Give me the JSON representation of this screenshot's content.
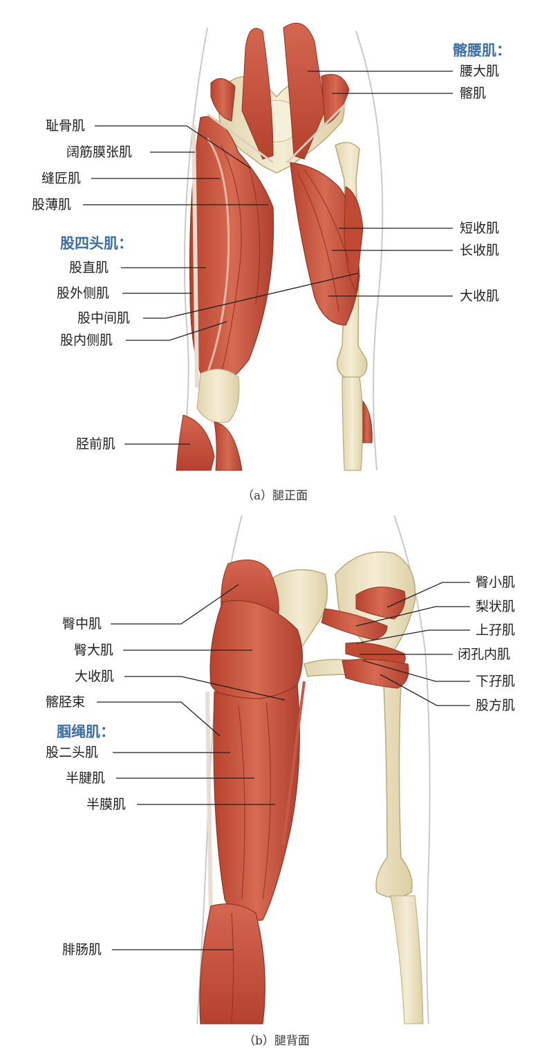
{
  "panel_a": {
    "caption": "（a）腿正面",
    "groups": {
      "iliopsoas": "髂腰肌：",
      "quadriceps": "股四头肌："
    },
    "labels": {
      "psoas_major": "腰大肌",
      "iliacus": "髂肌",
      "pectineus": "耻骨肌",
      "tensor_fasciae_latae": "阔筋膜张肌",
      "sartorius": "缝匠肌",
      "gracilis": "股薄肌",
      "adductor_brevis": "短收肌",
      "adductor_longus": "长收肌",
      "adductor_magnus": "大收肌",
      "rectus_femoris": "股直肌",
      "vastus_lateralis": "股外侧肌",
      "vastus_intermedius": "股中间肌",
      "vastus_medialis": "股内侧肌",
      "tibialis_anterior": "胫前肌"
    }
  },
  "panel_b": {
    "caption": "（b）腿背面",
    "groups": {
      "hamstrings": "腘绳肌："
    },
    "labels": {
      "gluteus_minimus": "臀小肌",
      "piriformis": "梨状肌",
      "gemellus_superior": "上孖肌",
      "obturator_internus": "闭孔内肌",
      "gemellus_inferior": "下孖肌",
      "quadratus_femoris": "股方肌",
      "gluteus_medius": "臀中肌",
      "gluteus_maximus": "臀大肌",
      "adductor_magnus": "大收肌",
      "iliotibial_tract": "髂胫束",
      "biceps_femoris": "股二头肌",
      "semitendinosus": "半腱肌",
      "semimembranosus": "半膜肌",
      "gastrocnemius": "腓肠肌"
    }
  },
  "colors": {
    "muscle": "#c8553d",
    "muscle_dark": "#a63a28",
    "bone": "#ece2c4",
    "tendon": "#f1ece1",
    "skin_outline": "#bdbdbd",
    "leader_line": "#1f1f1f",
    "group_heading": "#3a6ea5"
  }
}
